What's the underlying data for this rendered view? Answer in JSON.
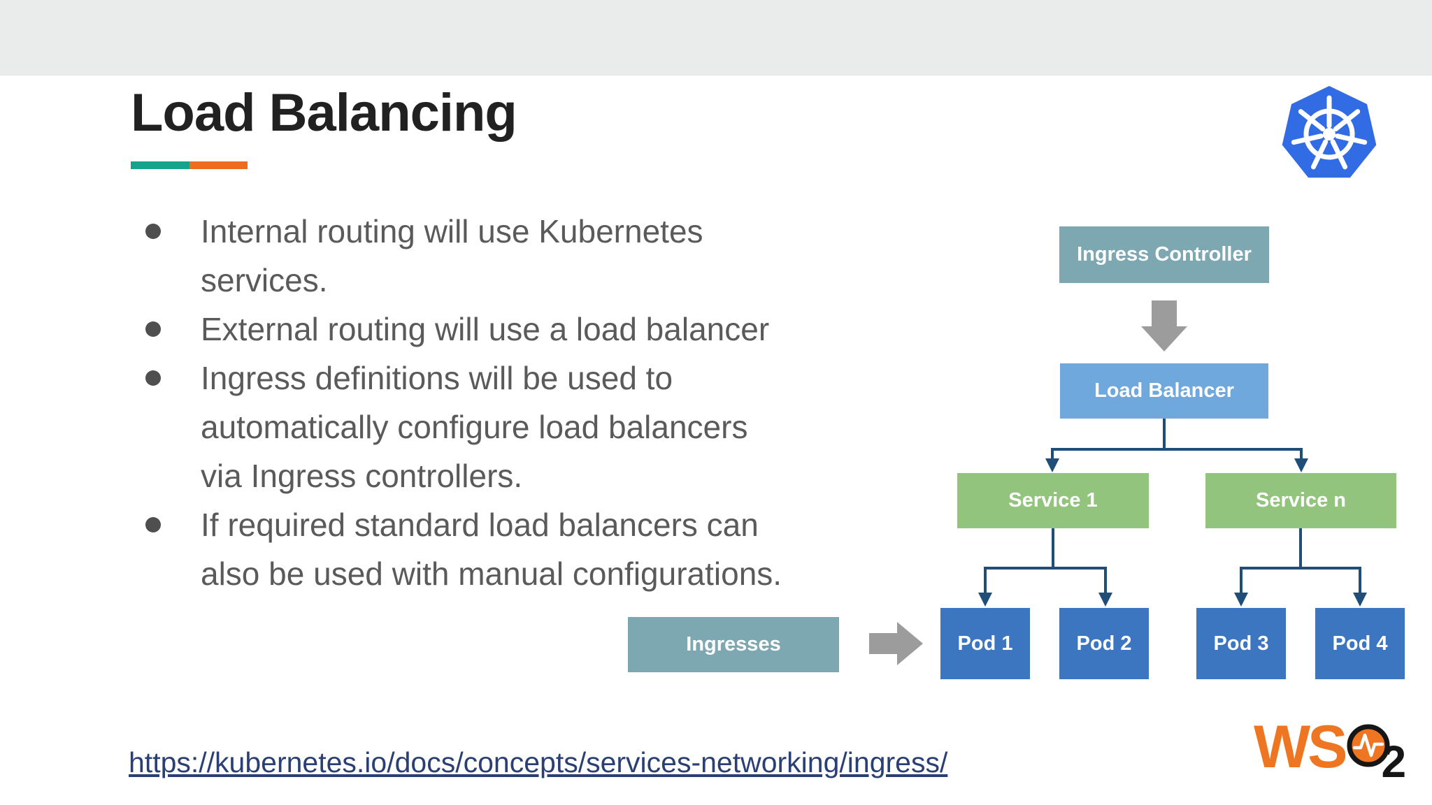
{
  "slide": {
    "title": "Load Balancing",
    "accent": {
      "teal": "#15a38b",
      "orange": "#ee6b1f"
    },
    "top_band_color": "#e9ecea"
  },
  "bullets": [
    {
      "text": "Internal routing will use Kubernetes\nservices."
    },
    {
      "text": "External routing will use a load balancer"
    },
    {
      "text": "Ingress definitions will be used to\nautomatically configure load balancers\nvia Ingress controllers."
    },
    {
      "text": "If required standard load balancers can\nalso be used with manual configurations."
    }
  ],
  "diagram": {
    "ingress_controller": {
      "label": "Ingress Controller",
      "color": "#7da7b1"
    },
    "load_balancer": {
      "label": "Load Balancer",
      "color": "#6fa8dc"
    },
    "service_1": {
      "label": "Service 1",
      "color": "#93c47d"
    },
    "service_n": {
      "label": "Service n",
      "color": "#93c47d"
    },
    "pod_1": {
      "label": "Pod 1",
      "color": "#3c76c0"
    },
    "pod_2": {
      "label": "Pod 2",
      "color": "#3c76c0"
    },
    "pod_3": {
      "label": "Pod 3",
      "color": "#3c76c0"
    },
    "pod_4": {
      "label": "Pod 4",
      "color": "#3c76c0"
    },
    "ingresses": {
      "label": "Ingresses",
      "color": "#7da7b1"
    },
    "connector_color": "#1f4e79",
    "big_arrow_color": "#9c9c9c",
    "icons": [
      "arrow-down-icon",
      "arrow-right-icon"
    ]
  },
  "link": {
    "text": "https://kubernetes.io/docs/concepts/services-networking/ingress/",
    "color": "#2a3f73"
  },
  "logos": {
    "kubernetes": {
      "icon": "kubernetes-logo",
      "color": "#326ce5"
    },
    "wso2": {
      "ws": "WS",
      "two": "2",
      "orange": "#ee7623",
      "icon": "wso2-o-pulse-icon"
    }
  }
}
